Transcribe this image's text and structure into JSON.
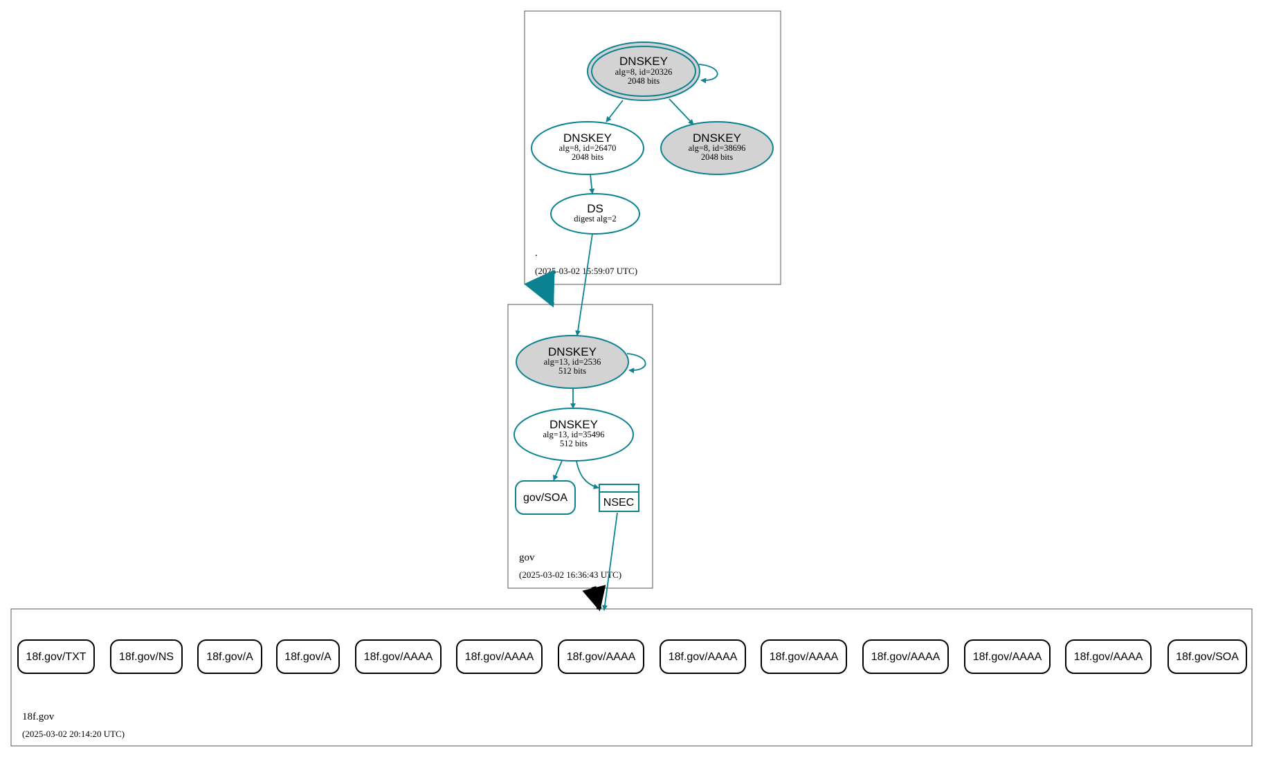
{
  "colors": {
    "accent": "#0a8291",
    "sep_fill": "#d3d3d3",
    "zone_border": "#555555"
  },
  "zones": {
    "root": {
      "name": ".",
      "timestamp": "(2025-03-02 15:59:07 UTC)",
      "ksk": {
        "title": "DNSKEY",
        "line1": "alg=8, id=20326",
        "line2": "2048 bits"
      },
      "zsk": {
        "title": "DNSKEY",
        "line1": "alg=8, id=26470",
        "line2": "2048 bits"
      },
      "standby": {
        "title": "DNSKEY",
        "line1": "alg=8, id=38696",
        "line2": "2048 bits"
      },
      "ds": {
        "title": "DS",
        "line1": "digest alg=2"
      }
    },
    "gov": {
      "name": "gov",
      "timestamp": "(2025-03-02 16:36:43 UTC)",
      "ksk": {
        "title": "DNSKEY",
        "line1": "alg=13, id=2536",
        "line2": "512 bits"
      },
      "zsk": {
        "title": "DNSKEY",
        "line1": "alg=13, id=35496",
        "line2": "512 bits"
      },
      "soa": "gov/SOA",
      "nsec": "NSEC"
    },
    "f18": {
      "name": "18f.gov",
      "timestamp": "(2025-03-02 20:14:20 UTC)",
      "records": [
        "18f.gov/TXT",
        "18f.gov/NS",
        "18f.gov/A",
        "18f.gov/A",
        "18f.gov/AAAA",
        "18f.gov/AAAA",
        "18f.gov/AAAA",
        "18f.gov/AAAA",
        "18f.gov/AAAA",
        "18f.gov/AAAA",
        "18f.gov/AAAA",
        "18f.gov/AAAA",
        "18f.gov/SOA"
      ]
    }
  }
}
